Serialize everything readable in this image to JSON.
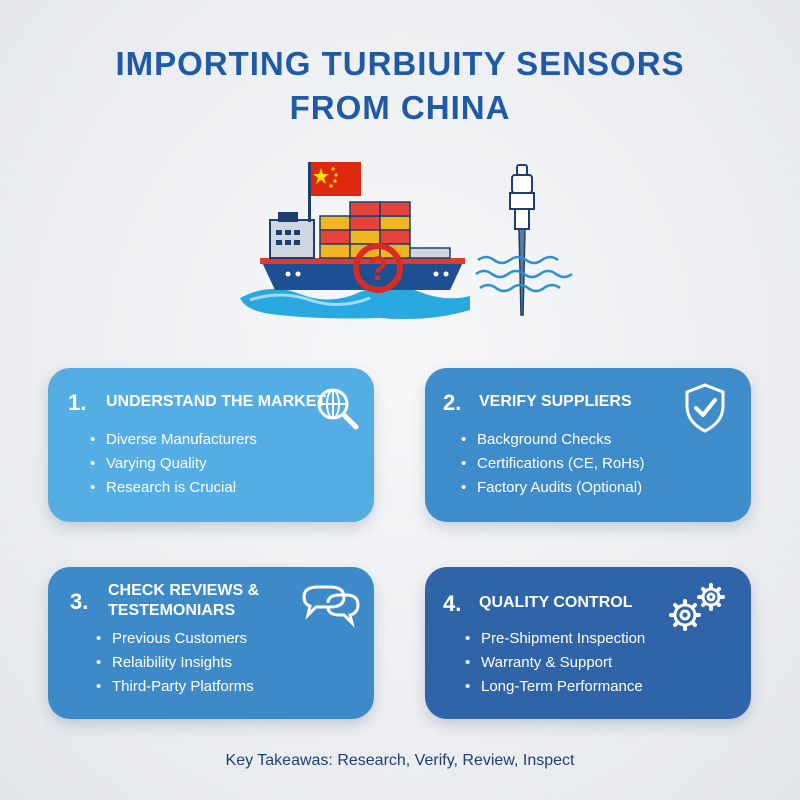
{
  "title": {
    "line1": "IMPORTING TURBIUITY SENSORS",
    "line2": "FROM CHINA"
  },
  "colors": {
    "title": "#1e5aa6",
    "card1": "#55aee3",
    "card2": "#3f8cca",
    "card3": "#3e8ac9",
    "card4": "#2f64a8",
    "flag": "#de2910",
    "flag_star": "#ffde00"
  },
  "hero": {
    "left_icon": "cargo-ship-with-china-flag-and-question-mark",
    "right_icon": "turbidity-sensor-probe-in-water"
  },
  "cards": [
    {
      "number": "1.",
      "title": "UNDERSTAND THE MARKET",
      "icon": "magnifier-globe-icon",
      "bullets": [
        "Diverse Manufacturers",
        "Varying Quality",
        "Research is Crucial"
      ]
    },
    {
      "number": "2.",
      "title": "VERIFY SUPPLIERS",
      "icon": "shield-check-icon",
      "bullets": [
        "Background Checks",
        "Certifications (CE, RoHs)",
        "Factory Audits (Optional)"
      ]
    },
    {
      "number": "3.",
      "title_line1": "CHECK REVIEWS &",
      "title_line2": "TESTEMONIARS",
      "icon": "speech-bubbles-icon",
      "bullets": [
        "Previous Customers",
        "Relaibility Insights",
        "Third-Party Platforms"
      ]
    },
    {
      "number": "4.",
      "title": "QUALITY CONTROL",
      "icon": "gears-icon",
      "bullets": [
        "Pre-Shipment Inspection",
        "Warranty & Support",
        "Long-Term Performance"
      ]
    }
  ],
  "footer": "Key Takeawas: Research, Verify, Review, Inspect"
}
